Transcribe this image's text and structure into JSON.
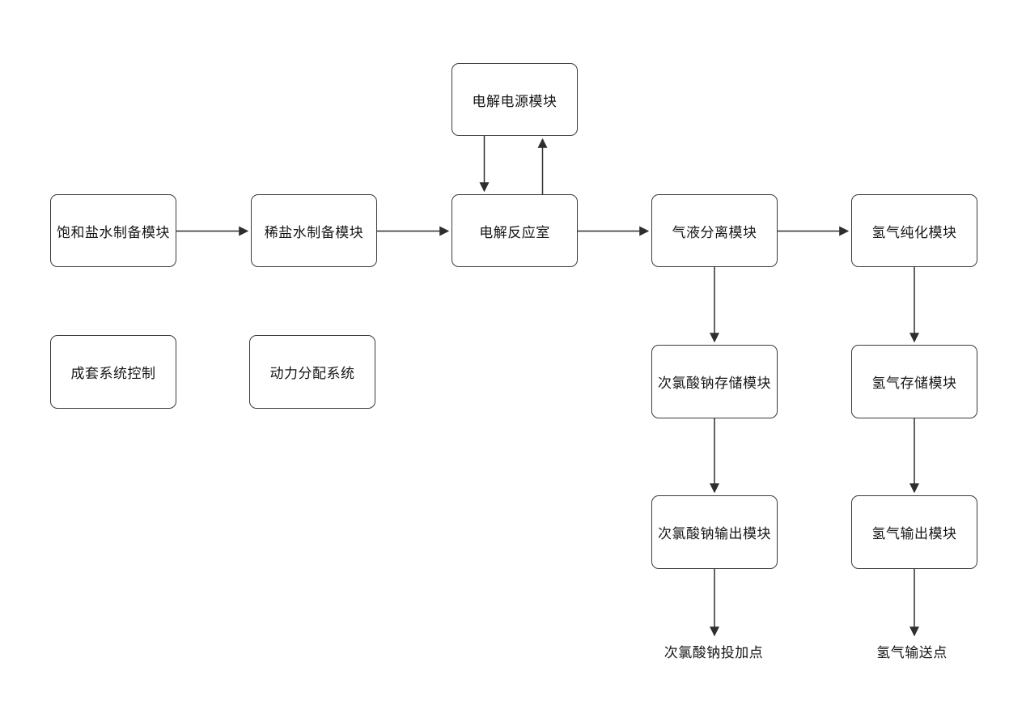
{
  "diagram": {
    "type": "flowchart",
    "background_color": "#ffffff",
    "node_border_color": "#3b3b3f",
    "arrow_color": "#2e2e2e",
    "text_color": "#161616",
    "nodes": {
      "power_module": "电解电源模块",
      "saturated_brine": "饱和盐水制备模块",
      "dilute_brine": "稀盐水制备模块",
      "electrolysis_chamber": "电解反应室",
      "gas_liquid_separation": "气液分离模块",
      "hydrogen_purification": "氢气纯化模块",
      "system_control": "成套系统控制",
      "power_distribution": "动力分配系统",
      "naclo_storage": "次氯酸钠存储模块",
      "hydrogen_storage": "氢气存储模块",
      "naclo_output": "次氯酸钠输出模块",
      "hydrogen_output": "氢气输出模块"
    },
    "endpoints": {
      "naclo_dosing_point": "次氯酸钠投加点",
      "hydrogen_delivery_point": "氢气输送点"
    },
    "connections": [
      {
        "from": "saturated_brine",
        "to": "dilute_brine",
        "direction": "right"
      },
      {
        "from": "dilute_brine",
        "to": "electrolysis_chamber",
        "direction": "right"
      },
      {
        "from": "electrolysis_chamber",
        "to": "gas_liquid_separation",
        "direction": "right"
      },
      {
        "from": "gas_liquid_separation",
        "to": "hydrogen_purification",
        "direction": "right"
      },
      {
        "from": "power_module",
        "to": "electrolysis_chamber",
        "direction": "down"
      },
      {
        "from": "electrolysis_chamber",
        "to": "power_module",
        "direction": "up"
      },
      {
        "from": "gas_liquid_separation",
        "to": "naclo_storage",
        "direction": "down"
      },
      {
        "from": "naclo_storage",
        "to": "naclo_output",
        "direction": "down"
      },
      {
        "from": "naclo_output",
        "to": "naclo_dosing_point",
        "direction": "down"
      },
      {
        "from": "hydrogen_purification",
        "to": "hydrogen_storage",
        "direction": "down"
      },
      {
        "from": "hydrogen_storage",
        "to": "hydrogen_output",
        "direction": "down"
      },
      {
        "from": "hydrogen_output",
        "to": "hydrogen_delivery_point",
        "direction": "down"
      }
    ]
  }
}
